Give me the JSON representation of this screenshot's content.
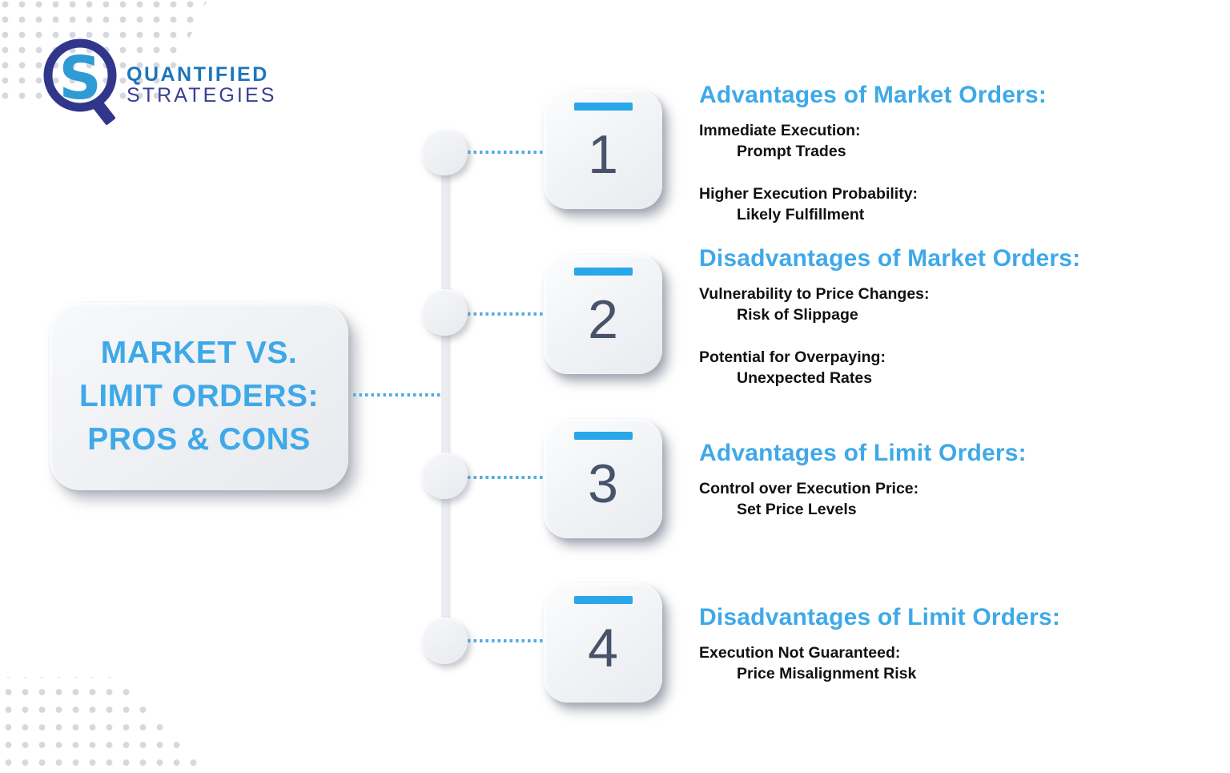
{
  "logo": {
    "line1": "QUANTIFIED",
    "line2": "STRATEGIES",
    "icon": "qs-magnifier-logo-icon"
  },
  "title_card": {
    "lines": [
      "MARKET VS.",
      "LIMIT ORDERS:",
      "PROS & CONS"
    ]
  },
  "timeline": {
    "steps": [
      {
        "number": "1",
        "heading": "Advantages of Market Orders:",
        "items": [
          {
            "label": "Immediate Execution:",
            "detail": "Prompt Trades"
          },
          {
            "label": "Higher Execution Probability:",
            "detail": "Likely Fulfillment"
          }
        ]
      },
      {
        "number": "2",
        "heading": "Disadvantages of Market Orders:",
        "items": [
          {
            "label": "Vulnerability to Price Changes:",
            "detail": "Risk of Slippage"
          },
          {
            "label": "Potential for Overpaying:",
            "detail": "Unexpected Rates"
          }
        ]
      },
      {
        "number": "3",
        "heading": "Advantages of Limit Orders:",
        "items": [
          {
            "label": "Control over Execution Price:",
            "detail": "Set Price Levels"
          }
        ]
      },
      {
        "number": "4",
        "heading": "Disadvantages of Limit Orders:",
        "items": [
          {
            "label": "Execution Not Guaranteed:",
            "detail": "Price Misalignment Risk"
          }
        ]
      }
    ]
  },
  "palette": {
    "heading_blue": "#3FA9E8",
    "bar_blue": "#29A7E8",
    "dotted_blue": "#4FAEE1",
    "number_slate": "#47536B",
    "body_text": "#111111",
    "logo_blue": "#1C75BB",
    "logo_navy": "#31368C",
    "logo_s_blue": "#2E9BD4",
    "dot_pattern_gray": "#D6D8E1",
    "card_gray": "#EEF0F4"
  }
}
